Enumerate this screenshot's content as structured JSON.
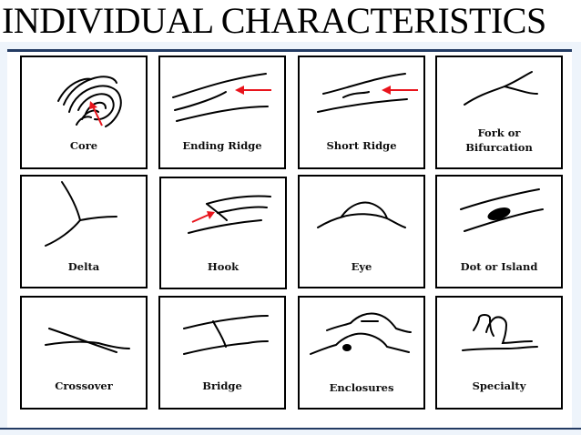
{
  "slide": {
    "title": "INDIVIDUAL CHARACTERISTICS"
  },
  "colors": {
    "arrow": "#e8141c",
    "stroke": "#000000",
    "rule": "#233b63"
  },
  "characteristics": [
    {
      "label": "Core",
      "icon": "core-ridge-icon"
    },
    {
      "label": "Ending Ridge",
      "icon": "ending-ridge-icon"
    },
    {
      "label": "Short Ridge",
      "icon": "short-ridge-icon"
    },
    {
      "label_lines": [
        "Fork or",
        "Bifurcation"
      ],
      "icon": "fork-ridge-icon"
    },
    {
      "label": "Delta",
      "icon": "delta-ridge-icon"
    },
    {
      "label": "Hook",
      "icon": "hook-ridge-icon"
    },
    {
      "label": "Eye",
      "icon": "eye-ridge-icon"
    },
    {
      "label": "Dot or Island",
      "icon": "dot-island-ridge-icon"
    },
    {
      "label": "Crossover",
      "icon": "crossover-ridge-icon"
    },
    {
      "label": "Bridge",
      "icon": "bridge-ridge-icon"
    },
    {
      "label": "Enclosures",
      "icon": "enclosure-ridge-icon"
    },
    {
      "label": "Specialty",
      "icon": "specialty-ridge-icon"
    }
  ]
}
